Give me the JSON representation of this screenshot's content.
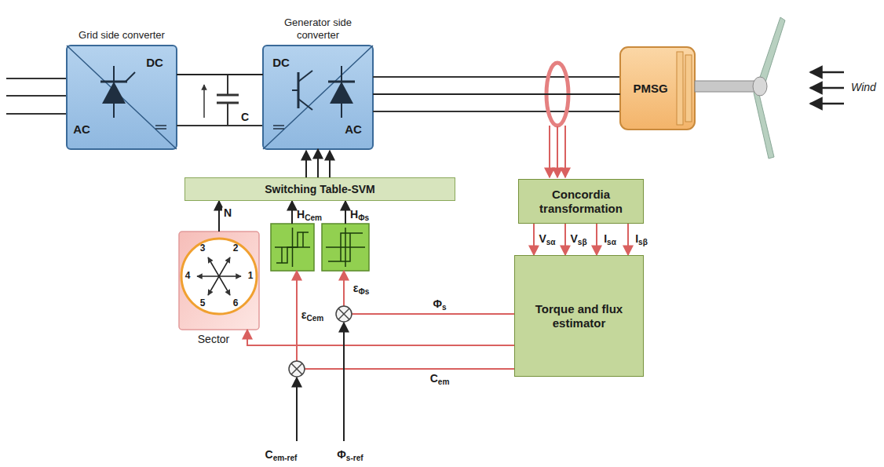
{
  "diagram": {
    "nodes": [
      {
        "text": [
          "Grid side converter"
        ]
      },
      {
        "text": [
          "Generator side converter"
        ]
      },
      {
        "text": [
          "PMSG"
        ]
      },
      {
        "text": [
          "Switching Table-SVM"
        ]
      },
      {
        "text": [
          "Concordia transformation"
        ]
      },
      {
        "text": [
          "Sector"
        ]
      },
      {
        "text": [
          "HCem"
        ]
      },
      {
        "text": [
          "HΦs"
        ]
      },
      {
        "text": [
          "Torque and flux estimator"
        ]
      }
    ],
    "edges": [
      {
        "from": 0,
        "to": 1,
        "arrow": "none"
      },
      {
        "from": 1,
        "to": 2,
        "arrow": "none"
      },
      {
        "from": 3,
        "to": 1,
        "arrow": "to"
      },
      {
        "from": 5,
        "to": 3,
        "arrow": "to",
        "label": "N"
      },
      {
        "from": 6,
        "to": 3,
        "arrow": "to"
      },
      {
        "from": 7,
        "to": 3,
        "arrow": "to"
      },
      {
        "from": 4,
        "to": 8,
        "arrow": "to",
        "label": "Vsα"
      },
      {
        "from": 4,
        "to": 8,
        "arrow": "to",
        "label": "Vsβ"
      },
      {
        "from": 4,
        "to": 8,
        "arrow": "to",
        "label": "Isα"
      },
      {
        "from": 4,
        "to": 8,
        "arrow": "to",
        "label": "Isβ"
      },
      {
        "from": 8,
        "to": 7,
        "arrow": "to",
        "label": "Φs"
      },
      {
        "from": 8,
        "to": 6,
        "arrow": "to",
        "label": "Cem"
      },
      {
        "from": 8,
        "to": 5,
        "arrow": "to"
      }
    ],
    "labels": [
      "AC",
      "DC",
      "DC",
      "AC",
      "C",
      "Wind",
      "1",
      "2",
      "3",
      "4",
      "5",
      "6",
      "εCem",
      "εΦs",
      "Cem-ref",
      "Φs-ref"
    ]
  }
}
